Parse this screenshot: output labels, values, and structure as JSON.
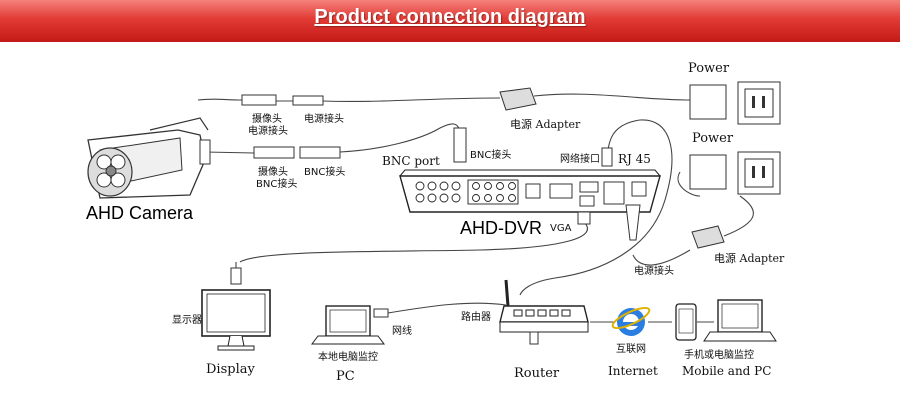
{
  "header": {
    "title": "Product connection diagram",
    "bg_color": "#e23a34",
    "text_color": "#ffffff"
  },
  "labels": {
    "camera": "AHD Camera",
    "camera_plug": "摄像头\n电源接头",
    "power_plug": "电源接头",
    "camera_bnc": "摄像头\nBNC接头",
    "bnc_plug": "BNC接头",
    "bnc_plug_top": "BNC接头",
    "bnc_port": "BNC port",
    "adapter_top": "电源  Adapter",
    "power_top": "Power",
    "power_mid": "Power",
    "net_port": "网络接口",
    "rj45": "RJ 45",
    "dvr": "AHD-DVR",
    "vga": "VGA",
    "dvr_power_plug": "电源接头",
    "adapter_mid": "电源  Adapter",
    "display_cn": "显示器",
    "display": "Display",
    "pc_cn": "本地电脑监控",
    "pc": "PC",
    "cable_cn": "网线",
    "router_cn": "路由器",
    "router": "Router",
    "internet_cn": "互联网",
    "internet": "Internet",
    "mobile_cn": "手机或电脑监控",
    "mobile": "Mobile and PC"
  },
  "icons": [
    "camera-icon",
    "dvr-icon",
    "monitor-icon",
    "laptop-icon",
    "router-icon",
    "internet-explorer-icon",
    "phone-icon",
    "power-outlet-icon",
    "adapter-icon"
  ]
}
